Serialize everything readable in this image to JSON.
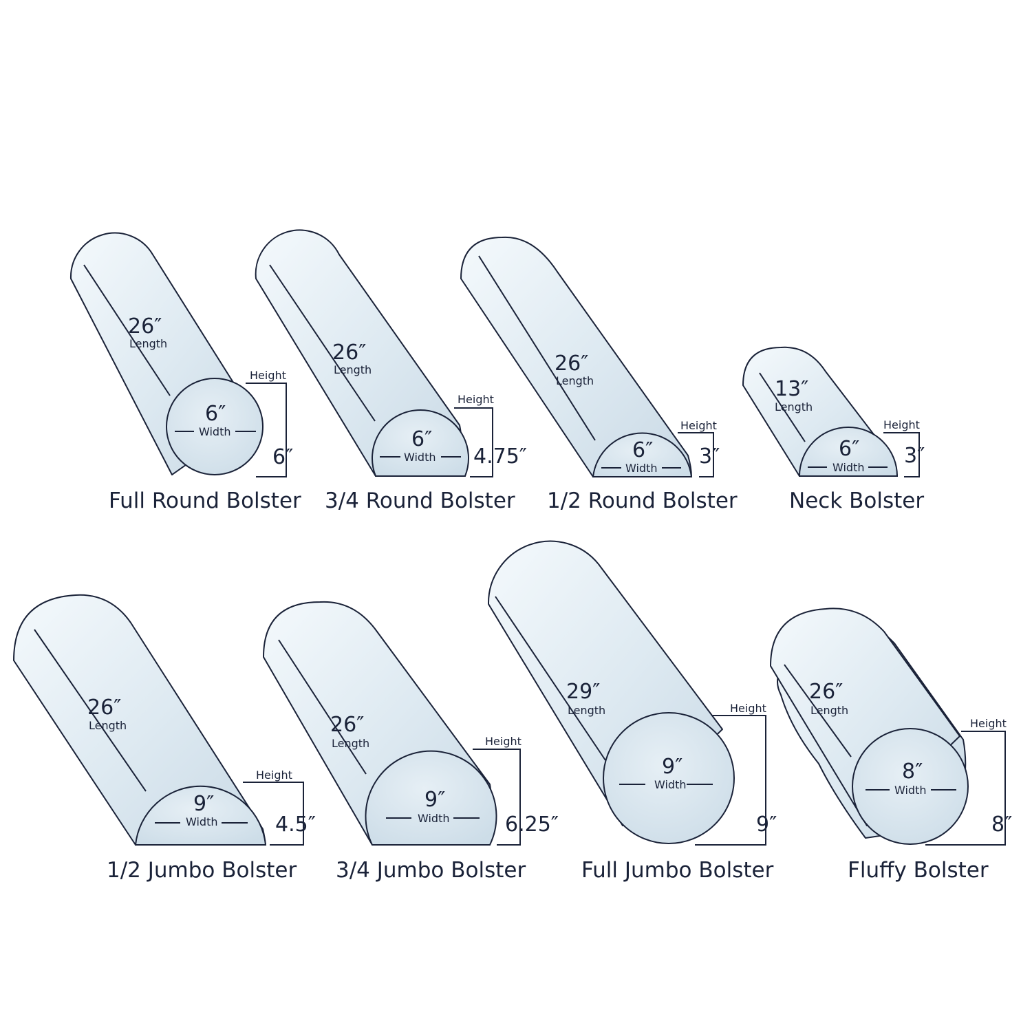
{
  "colors": {
    "ink": "#1a2238",
    "foam_light": "#f3f8fb",
    "foam_mid": "#dfeaf2",
    "foam_dark": "#c6d6e2"
  },
  "labels": {
    "length": "Length",
    "width": "Width",
    "height": "Height"
  },
  "bolsters": [
    {
      "name": "Full Round Bolster",
      "length": "26″",
      "width": "6″",
      "height": "6″"
    },
    {
      "name": "3/4 Round Bolster",
      "length": "26″",
      "width": "6″",
      "height": "4.75″"
    },
    {
      "name": "1/2 Round Bolster",
      "length": "26″",
      "width": "6″",
      "height": "3″"
    },
    {
      "name": "Neck Bolster",
      "length": "13″",
      "width": "6″",
      "height": "3″"
    },
    {
      "name": "1/2 Jumbo Bolster",
      "length": "26″",
      "width": "9″",
      "height": "4.5″"
    },
    {
      "name": "3/4 Jumbo Bolster",
      "length": "26″",
      "width": "9″",
      "height": "6.25″"
    },
    {
      "name": "Full Jumbo Bolster",
      "length": "29″",
      "width": "9″",
      "height": "9″"
    },
    {
      "name": "Fluffy Bolster",
      "length": "26″",
      "width": "8″",
      "height": "8″"
    }
  ]
}
